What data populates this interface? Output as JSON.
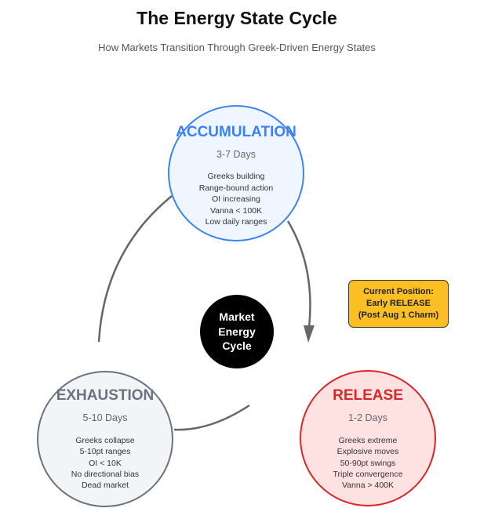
{
  "header": {
    "title": "The Energy State Cycle",
    "subtitle": "How Markets Transition Through Greek-Driven Energy States"
  },
  "stages": {
    "accumulation": {
      "name": "ACCUMULATION",
      "duration": "3-7 Days",
      "items": [
        "Greeks building",
        "Range-bound action",
        "OI increasing",
        "Vanna < 100K",
        "Low daily ranges"
      ],
      "color": "#3b82f6",
      "fill": "#eff6ff"
    },
    "release": {
      "name": "RELEASE",
      "duration": "1-2 Days",
      "items": [
        "Greeks extreme",
        "Explosive moves",
        "50-90pt swings",
        "Triple convergence",
        "Vanna > 400K"
      ],
      "color": "#dc2626",
      "fill": "#fee2e2"
    },
    "exhaustion": {
      "name": "EXHAUSTION",
      "duration": "5-10 Days",
      "items": [
        "Greeks collapse",
        "5-10pt ranges",
        "OI < 10K",
        "No directional bias",
        "Dead market"
      ],
      "color": "#6b7280",
      "fill": "#f3f4f6"
    }
  },
  "center": {
    "lines": [
      "Market",
      "Energy",
      "Cycle"
    ]
  },
  "current_position": {
    "lines": [
      "Current Position:",
      "Early RELEASE",
      "(Post Aug 1 Charm)"
    ],
    "color": "#fbbf24"
  },
  "arrow_color": "#666666"
}
